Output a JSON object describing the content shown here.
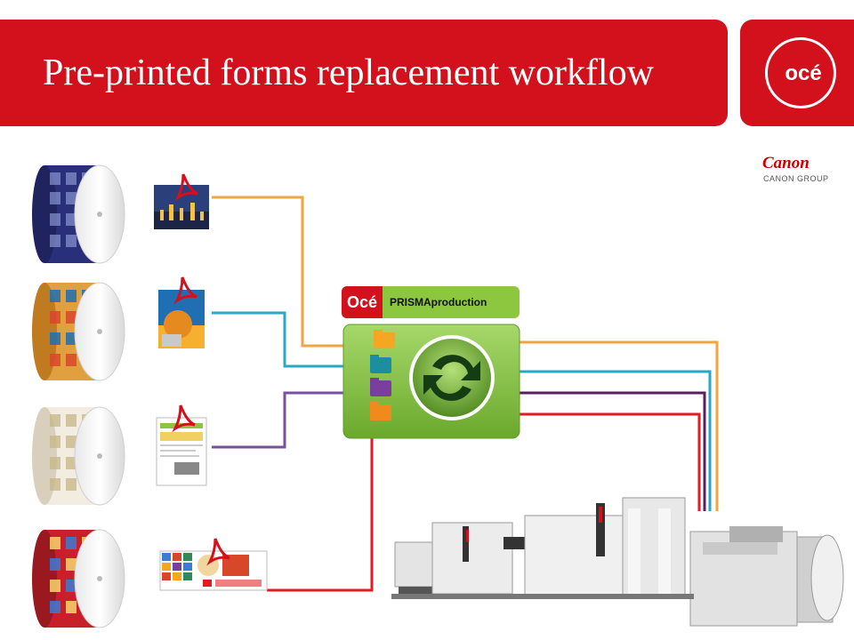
{
  "header": {
    "title": "Pre-printed forms replacement workflow"
  },
  "logo": {
    "text": "océ"
  },
  "canon": {
    "wordmark": "Canon",
    "group": "CANON GROUP"
  },
  "prisma": {
    "brand": "Océ",
    "product": "PRISMAproduction"
  },
  "colors": {
    "banner": "#d2111d",
    "line_orange": "#f0a542",
    "line_teal": "#2aa7c5",
    "line_purple": "#7a4fa0",
    "line_red": "#e31b23",
    "prisma_green": "#8dc63f"
  },
  "rolls": [
    {
      "id": "roll-1",
      "pattern": "blue-forms"
    },
    {
      "id": "roll-2",
      "pattern": "colorful-forms"
    },
    {
      "id": "roll-3",
      "pattern": "pale-forms"
    },
    {
      "id": "roll-4",
      "pattern": "red-forms"
    }
  ],
  "documents": [
    {
      "id": "pdf-city-skyline",
      "icon": "pdf-icon"
    },
    {
      "id": "pdf-brochure",
      "icon": "pdf-icon"
    },
    {
      "id": "pdf-form",
      "icon": "pdf-icon"
    },
    {
      "id": "pdf-flyer",
      "icon": "pdf-icon"
    }
  ]
}
